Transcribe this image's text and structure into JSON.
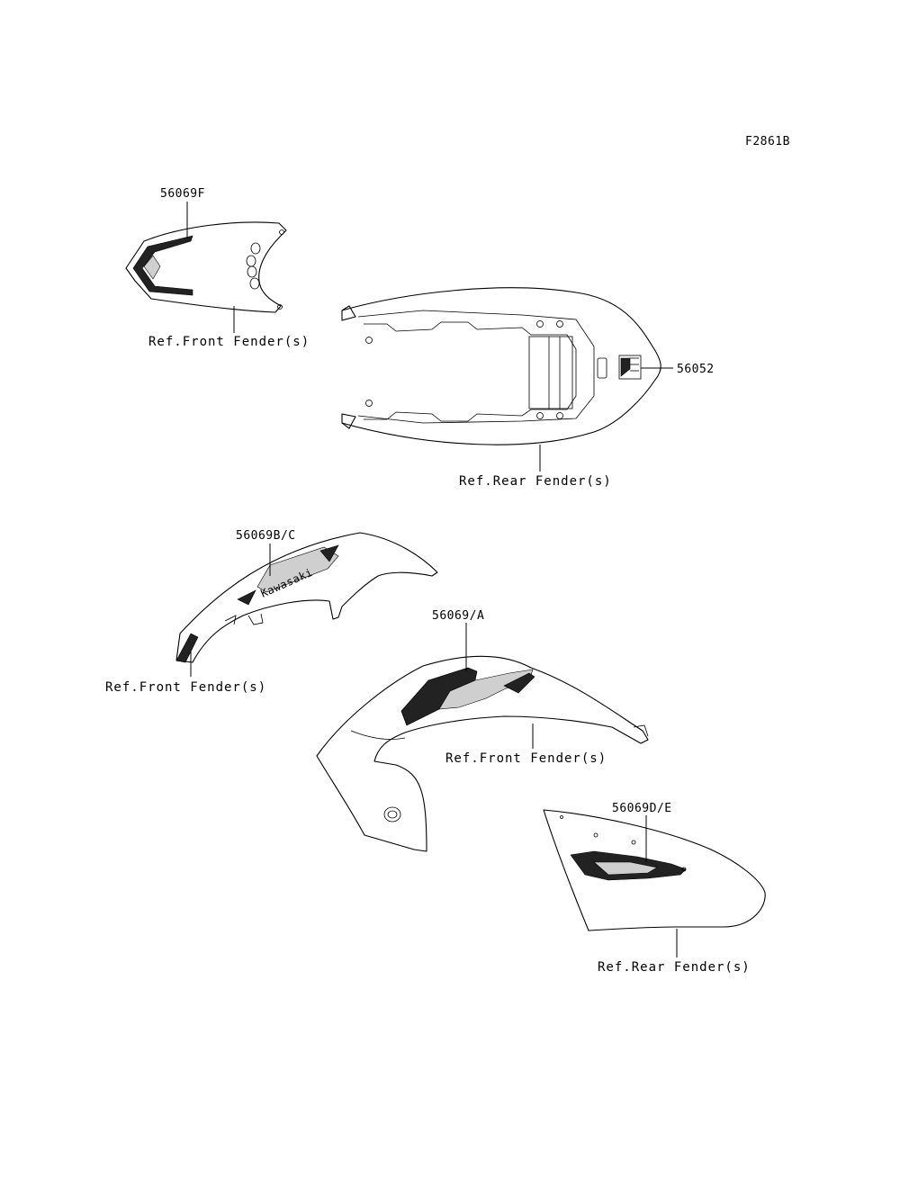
{
  "figure_code": "F2861B",
  "callouts": {
    "tail_cover_part": "56069F",
    "tail_cover_ref": "Ref.Front Fender(s)",
    "seat_part": "56052",
    "seat_ref": "Ref.Rear Fender(s)",
    "shroud_part": "56069B/C",
    "shroud_ref": "Ref.Front Fender(s)",
    "fender_part": "56069/A",
    "fender_ref": "Ref.Front Fender(s)",
    "side_cover_part": "56069D/E",
    "side_cover_ref": "Ref.Rear Fender(s)"
  },
  "decal_text": {
    "brand": "Kawasaki"
  }
}
